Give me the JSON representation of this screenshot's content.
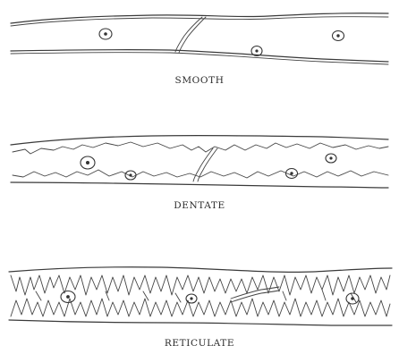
{
  "figure": {
    "panels": [
      {
        "id": "smooth",
        "caption": "SMOOTH"
      },
      {
        "id": "dentate",
        "caption": "DENTATE"
      },
      {
        "id": "reticulate",
        "caption": "RETICULATE"
      }
    ]
  }
}
